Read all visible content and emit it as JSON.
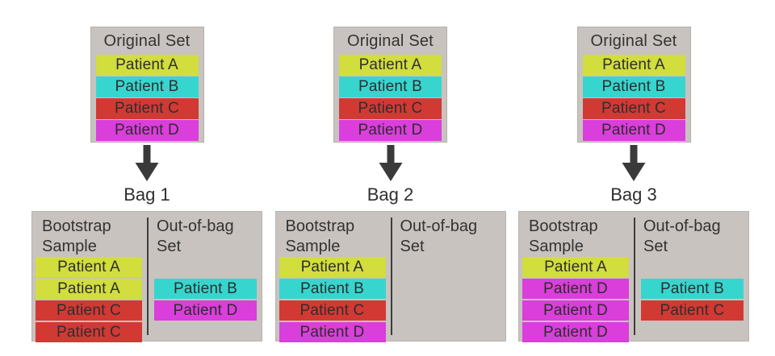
{
  "colors": {
    "page_bg": "#ffffff",
    "box_bg": "#c8c3bf",
    "divider": "#3d3d3d",
    "arrow": "#3a3a3a",
    "text_dark": "#333333",
    "patient_colors": {
      "Patient A": "#d2dd3e",
      "Patient B": "#36d6cf",
      "Patient C": "#d23933",
      "Patient D": "#da3edb"
    }
  },
  "original_set_title": "Original Set",
  "bootstrap_title": "Bootstrap Sample",
  "out_of_bag_title": "Out-of-bag Set",
  "patients": [
    "Patient A",
    "Patient B",
    "Patient C",
    "Patient D"
  ],
  "bags": [
    {
      "label": "Bag 1",
      "bootstrap_sample": [
        "Patient A",
        "Patient A",
        "Patient C",
        "Patient C"
      ],
      "out_of_bag": [
        "Patient B",
        "Patient D"
      ],
      "oob_row_offset": 1
    },
    {
      "label": "Bag 2",
      "bootstrap_sample": [
        "Patient A",
        "Patient B",
        "Patient C",
        "Patient D"
      ],
      "out_of_bag": [],
      "oob_row_offset": 1
    },
    {
      "label": "Bag 3",
      "bootstrap_sample": [
        "Patient A",
        "Patient D",
        "Patient D",
        "Patient D"
      ],
      "out_of_bag": [
        "Patient B",
        "Patient C"
      ],
      "oob_row_offset": 1
    }
  ]
}
